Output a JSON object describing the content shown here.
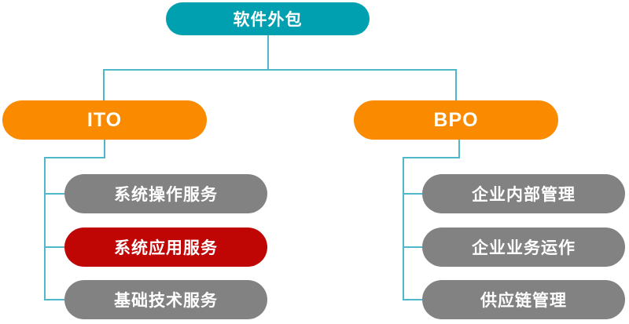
{
  "diagram": {
    "type": "tree",
    "connector_color": "#4fb8c8",
    "root": {
      "label": "软件外包",
      "color": "#00a0b0"
    },
    "branches": [
      {
        "label": "ITO",
        "color": "#fa8b00",
        "children": [
          {
            "label": "系统操作服务",
            "color": "#828282"
          },
          {
            "label": "系统应用服务",
            "color": "#c00505"
          },
          {
            "label": "基础技术服务",
            "color": "#828282"
          }
        ]
      },
      {
        "label": "BPO",
        "color": "#fa8b00",
        "children": [
          {
            "label": "企业内部管理",
            "color": "#828282"
          },
          {
            "label": "企业业务运作",
            "color": "#828282"
          },
          {
            "label": "供应链管理",
            "color": "#828282"
          }
        ]
      }
    ]
  }
}
